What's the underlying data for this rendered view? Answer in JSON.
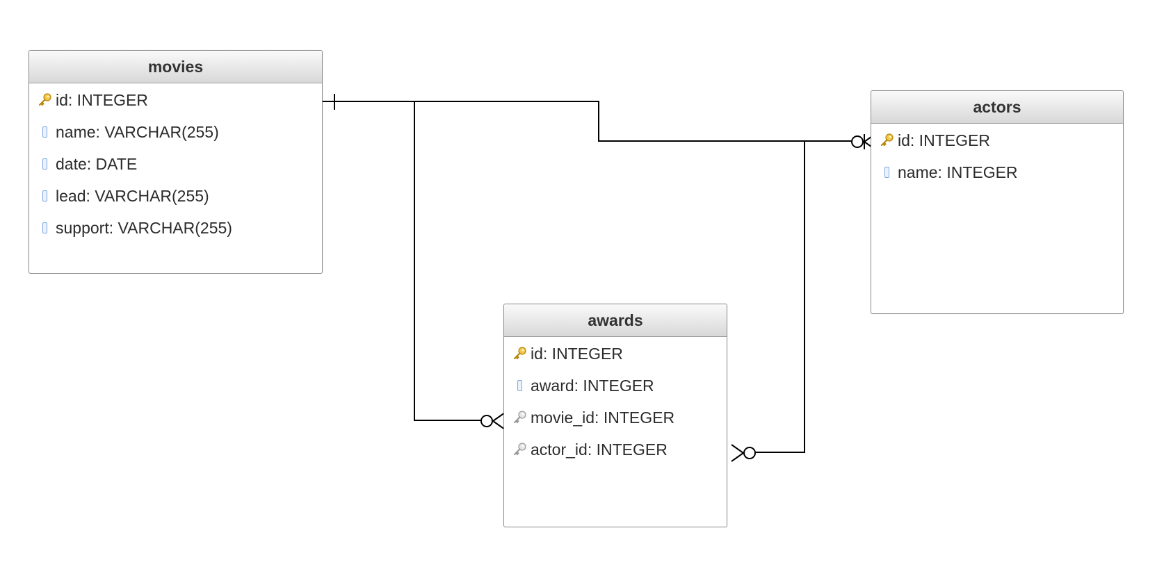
{
  "entities": {
    "movies": {
      "title": "movies",
      "fields": [
        {
          "label": "id: INTEGER",
          "kind": "primary-key"
        },
        {
          "label": "name: VARCHAR(255)",
          "kind": "column"
        },
        {
          "label": "date: DATE",
          "kind": "column"
        },
        {
          "label": "lead: VARCHAR(255)",
          "kind": "column"
        },
        {
          "label": "support: VARCHAR(255)",
          "kind": "column"
        }
      ]
    },
    "actors": {
      "title": "actors",
      "fields": [
        {
          "label": "id: INTEGER",
          "kind": "primary-key"
        },
        {
          "label": "name: INTEGER",
          "kind": "column"
        }
      ]
    },
    "awards": {
      "title": "awards",
      "fields": [
        {
          "label": "id: INTEGER",
          "kind": "primary-key"
        },
        {
          "label": "award: INTEGER",
          "kind": "column"
        },
        {
          "label": "movie_id: INTEGER",
          "kind": "foreign-key"
        },
        {
          "label": "actor_id: INTEGER",
          "kind": "foreign-key"
        }
      ]
    }
  },
  "relationships": [
    {
      "from": "movies.id",
      "to": "actors.id",
      "from_cardinality": "one",
      "to_cardinality": "zero-or-many"
    },
    {
      "from": "movies.id",
      "to": "awards.movie_id",
      "from_cardinality": "one",
      "to_cardinality": "zero-or-many"
    },
    {
      "from": "actors.id",
      "to": "awards.actor_id",
      "from_cardinality": "one",
      "to_cardinality": "zero-or-many"
    }
  ],
  "colors": {
    "primary_key": "#e8b22c",
    "foreign_key": "#a9a9a9",
    "column": "#7ea7e0",
    "line": "#000000"
  }
}
